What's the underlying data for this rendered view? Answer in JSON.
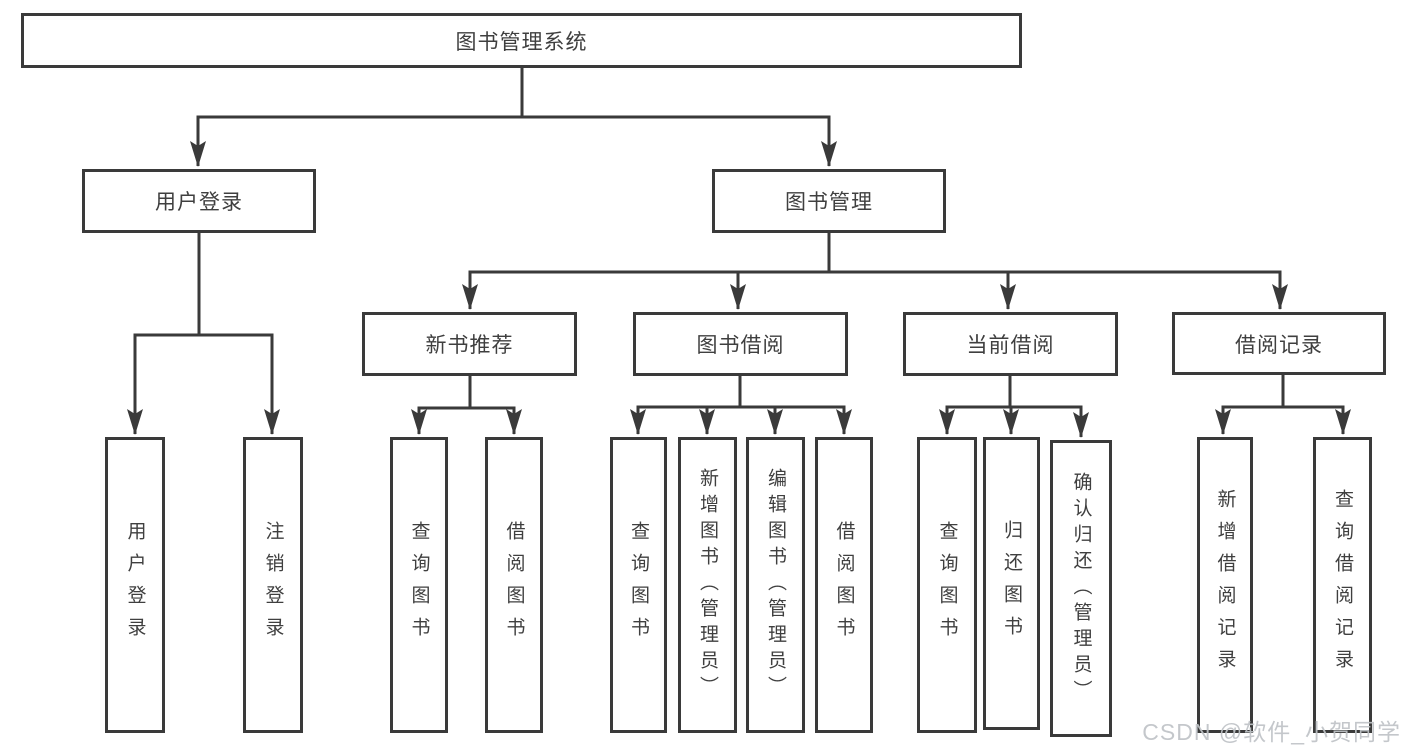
{
  "diagram": {
    "nodes": {
      "root": {
        "label": "图书管理系统"
      },
      "user_login": {
        "label": "用户登录"
      },
      "book_mgmt": {
        "label": "图书管理"
      },
      "new_book_rec": {
        "label": "新书推荐"
      },
      "book_borrow": {
        "label": "图书借阅"
      },
      "current_borrow": {
        "label": "当前借阅"
      },
      "borrow_record": {
        "label": "借阅记录"
      },
      "leaf_user_login": {
        "label": "用户登录"
      },
      "leaf_logout": {
        "label": "注销登录"
      },
      "leaf_query_books_1": {
        "label": "查询图书"
      },
      "leaf_borrow_books_1": {
        "label": "借阅图书"
      },
      "leaf_query_books_2": {
        "label": "查询图书"
      },
      "leaf_add_books": {
        "label": "新增图书（管理员）"
      },
      "leaf_edit_books": {
        "label": "编辑图书（管理员）"
      },
      "leaf_borrow_books_2": {
        "label": "借阅图书"
      },
      "leaf_query_books_3": {
        "label": "查询图书"
      },
      "leaf_return_books": {
        "label": "归还图书"
      },
      "leaf_confirm_return": {
        "label": "确认归还（管理员）"
      },
      "leaf_add_record": {
        "label": "新增借阅记录"
      },
      "leaf_query_record": {
        "label": "查询借阅记录"
      }
    },
    "colors": {
      "line": "#3a3a3a",
      "box_border": "#3a3a3a",
      "text": "#3f3f3f",
      "background": "#ffffff",
      "watermark": "#bfc3c7"
    },
    "watermark": "CSDN @软件_小贺同学"
  }
}
